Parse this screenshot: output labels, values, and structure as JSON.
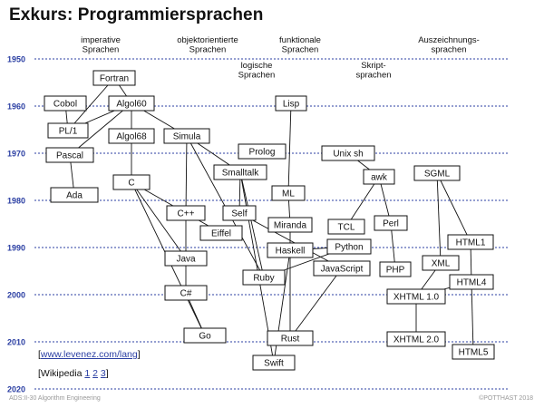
{
  "title": "Exkurs: Programmiersprachen",
  "colors": {
    "timeline": "#2b3fa3",
    "box_border": "#111111",
    "text": "#111111",
    "footer": "#999999",
    "link": "#2b3fa3"
  },
  "years": [
    {
      "label": "1950",
      "year": 1950
    },
    {
      "label": "1960",
      "year": 1960
    },
    {
      "label": "1970",
      "year": 1970
    },
    {
      "label": "1980",
      "year": 1980
    },
    {
      "label": "1990",
      "year": 1990
    },
    {
      "label": "2000",
      "year": 2000
    },
    {
      "label": "2010",
      "year": 2010
    },
    {
      "label": "2020",
      "year": 2020
    }
  ],
  "categories": [
    {
      "id": "imperative",
      "lines": [
        "imperative",
        "Sprachen"
      ]
    },
    {
      "id": "oo",
      "lines": [
        "objektorientierte",
        "Sprachen"
      ]
    },
    {
      "id": "functional",
      "lines": [
        "funktionale",
        "Sprachen"
      ]
    },
    {
      "id": "logic",
      "lines": [
        "logische",
        "Sprachen"
      ]
    },
    {
      "id": "script",
      "lines": [
        "Skript-",
        "sprachen"
      ]
    },
    {
      "id": "markup",
      "lines": [
        "Auszeichnungs-",
        "sprachen"
      ]
    }
  ],
  "languages": [
    {
      "id": "fortran",
      "label": "Fortran"
    },
    {
      "id": "cobol",
      "label": "Cobol"
    },
    {
      "id": "algol60",
      "label": "Algol60"
    },
    {
      "id": "lisp",
      "label": "Lisp"
    },
    {
      "id": "pl1",
      "label": "PL/1"
    },
    {
      "id": "algol68",
      "label": "Algol68"
    },
    {
      "id": "simula",
      "label": "Simula"
    },
    {
      "id": "pascal",
      "label": "Pascal"
    },
    {
      "id": "prolog",
      "label": "Prolog"
    },
    {
      "id": "unixsh",
      "label": "Unix sh"
    },
    {
      "id": "smalltalk",
      "label": "Smalltalk"
    },
    {
      "id": "awk",
      "label": "awk"
    },
    {
      "id": "sgml",
      "label": "SGML"
    },
    {
      "id": "c",
      "label": "C"
    },
    {
      "id": "ml",
      "label": "ML"
    },
    {
      "id": "ada",
      "label": "Ada"
    },
    {
      "id": "cpp",
      "label": "C++"
    },
    {
      "id": "self",
      "label": "Self"
    },
    {
      "id": "eiffel",
      "label": "Eiffel"
    },
    {
      "id": "miranda",
      "label": "Miranda"
    },
    {
      "id": "tcl",
      "label": "TCL"
    },
    {
      "id": "perl",
      "label": "Perl"
    },
    {
      "id": "html1",
      "label": "HTML1"
    },
    {
      "id": "haskell",
      "label": "Haskell"
    },
    {
      "id": "python",
      "label": "Python"
    },
    {
      "id": "java",
      "label": "Java"
    },
    {
      "id": "javascript",
      "label": "JavaScript"
    },
    {
      "id": "php",
      "label": "PHP"
    },
    {
      "id": "xml",
      "label": "XML"
    },
    {
      "id": "ruby",
      "label": "Ruby"
    },
    {
      "id": "html4",
      "label": "HTML4"
    },
    {
      "id": "csharp",
      "label": "C#"
    },
    {
      "id": "xhtml10",
      "label": "XHTML 1.0"
    },
    {
      "id": "go",
      "label": "Go"
    },
    {
      "id": "rust",
      "label": "Rust"
    },
    {
      "id": "xhtml20",
      "label": "XHTML 2.0"
    },
    {
      "id": "html5",
      "label": "HTML5"
    },
    {
      "id": "swift",
      "label": "Swift"
    }
  ],
  "edges": [
    [
      "fortran",
      "algol60"
    ],
    [
      "fortran",
      "pl1"
    ],
    [
      "cobol",
      "pl1"
    ],
    [
      "algol60",
      "pl1"
    ],
    [
      "algol60",
      "algol68"
    ],
    [
      "algol60",
      "simula"
    ],
    [
      "algol60",
      "pascal"
    ],
    [
      "algol68",
      "c"
    ],
    [
      "pascal",
      "ada"
    ],
    [
      "simula",
      "smalltalk"
    ],
    [
      "simula",
      "cpp"
    ],
    [
      "simula",
      "ruby"
    ],
    [
      "c",
      "cpp"
    ],
    [
      "c",
      "java"
    ],
    [
      "c",
      "go"
    ],
    [
      "cpp",
      "eiffel"
    ],
    [
      "cpp",
      "java"
    ],
    [
      "java",
      "csharp"
    ],
    [
      "csharp",
      "go"
    ],
    [
      "smalltalk",
      "self"
    ],
    [
      "smalltalk",
      "ruby"
    ],
    [
      "smalltalk",
      "swift"
    ],
    [
      "self",
      "javascript"
    ],
    [
      "lisp",
      "ml"
    ],
    [
      "ml",
      "miranda"
    ],
    [
      "miranda",
      "haskell"
    ],
    [
      "haskell",
      "python"
    ],
    [
      "haskell",
      "rust"
    ],
    [
      "haskell",
      "swift"
    ],
    [
      "unixsh",
      "awk"
    ],
    [
      "awk",
      "tcl"
    ],
    [
      "awk",
      "perl"
    ],
    [
      "perl",
      "php"
    ],
    [
      "python",
      "ruby"
    ],
    [
      "javascript",
      "rust"
    ],
    [
      "sgml",
      "html1"
    ],
    [
      "sgml",
      "xml"
    ],
    [
      "html1",
      "html4"
    ],
    [
      "html4",
      "html5"
    ],
    [
      "xml",
      "xhtml10"
    ],
    [
      "html4",
      "xhtml10"
    ],
    [
      "xhtml10",
      "xhtml20"
    ]
  ],
  "references": {
    "levenez_link": "www.levenez.com/lang",
    "wiki_label": "Wikipedia",
    "wiki_links": [
      "1",
      "2",
      "3"
    ]
  },
  "footer": {
    "left": "ADS:II-30    Algorithm Engineering",
    "right": "©POTTHAST 2018"
  }
}
